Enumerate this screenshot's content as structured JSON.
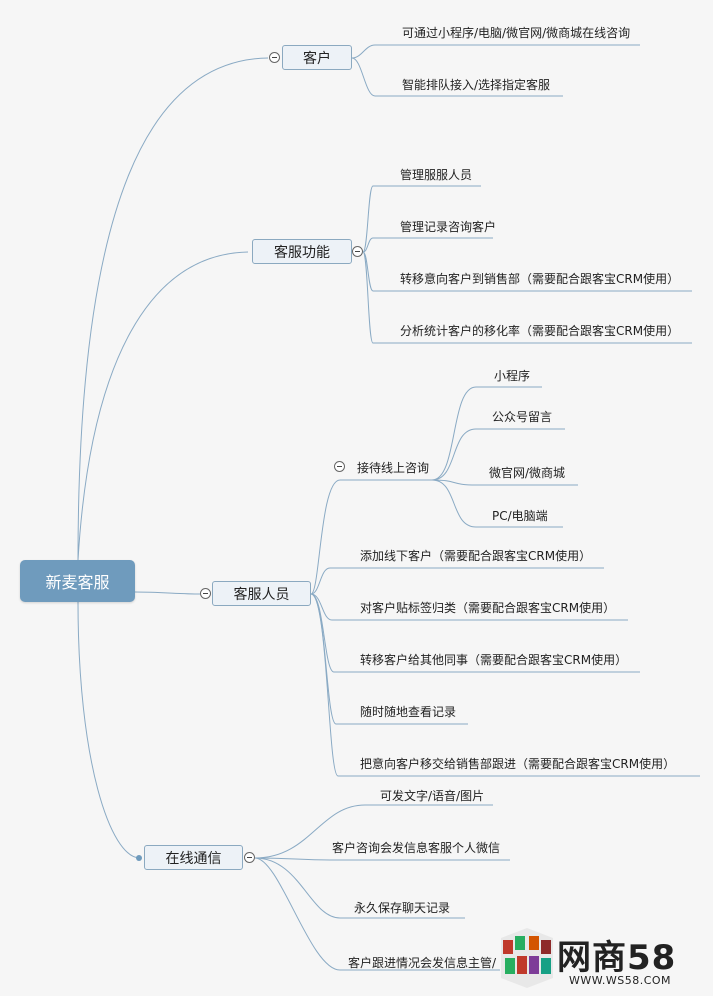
{
  "root": {
    "label": "新麦客服"
  },
  "branches": {
    "customer": {
      "label": "客户",
      "children": [
        "可通过小程序/电脑/微官网/微商城在线咨询",
        "智能排队接入/选择指定客服"
      ]
    },
    "service_function": {
      "label": "客服功能",
      "children": [
        "管理服服人员",
        "管理记录咨询客户",
        "转移意向客户到销售部（需要配合跟客宝CRM使用）",
        "分析统计客户的移化率（需要配合跟客宝CRM使用）"
      ]
    },
    "service_staff": {
      "label": "客服人员",
      "sub": {
        "label": "接待线上咨询",
        "children": [
          "小程序",
          "公众号留言",
          "微官网/微商城",
          "PC/电脑端"
        ]
      },
      "children": [
        "添加线下客户（需要配合跟客宝CRM使用）",
        "对客户贴标签归类（需要配合跟客宝CRM使用）",
        "转移客户给其他同事（需要配合跟客宝CRM使用）",
        "随时随地查看记录",
        "把意向客户移交给销售部跟进（需要配合跟客宝CRM使用）"
      ]
    },
    "online_comm": {
      "label": "在线通信",
      "children": [
        "可发文字/语音/图片",
        "客户咨询会发信息客服个人微信",
        "永久保存聊天记录",
        "客户跟进情况会发信息主管/"
      ]
    }
  },
  "watermark": {
    "brand": "网商58",
    "url": "WWW.WS58.COM"
  },
  "colors": {
    "line": "#8aaac4",
    "root": "#6f9bbd",
    "topic_bg": "#edf2f7"
  }
}
